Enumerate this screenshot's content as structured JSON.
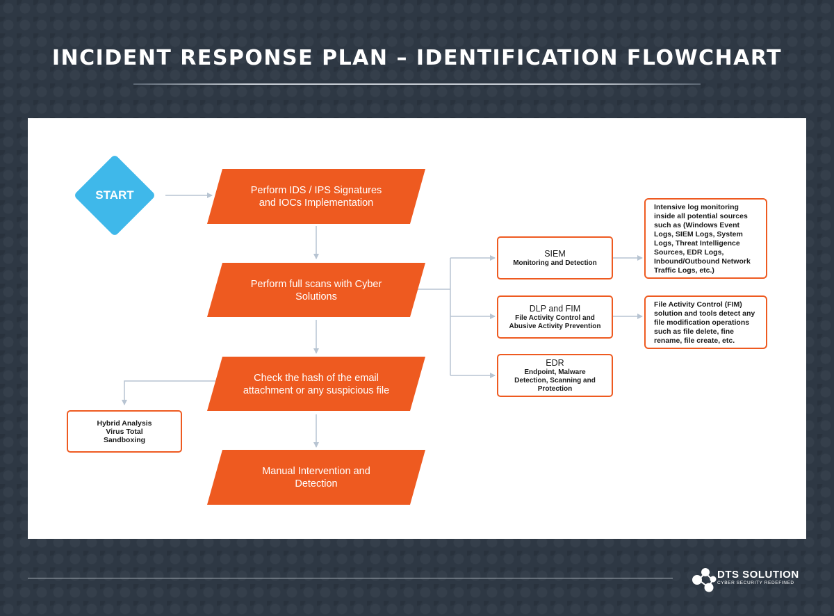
{
  "title": "INCIDENT RESPONSE PLAN – IDENTIFICATION FLOWCHART",
  "colors": {
    "accent": "#ee5a20",
    "start": "#3fb8ea",
    "background": "#2e3844",
    "connector": "#b7c4d2"
  },
  "start": {
    "label": "START"
  },
  "steps": [
    {
      "line1": "Perform IDS / IPS Signatures",
      "line2": "and IOCs Implementation"
    },
    {
      "line1": "Perform full scans with Cyber",
      "line2": "Solutions"
    },
    {
      "line1": "Check the hash of the email",
      "line2": "attachment or any suspicious file"
    },
    {
      "line1": "Manual Intervention and",
      "line2": "Detection"
    }
  ],
  "solutions": [
    {
      "name": "SIEM",
      "description": [
        "Monitoring and Detection"
      ]
    },
    {
      "name": "DLP and FIM",
      "description": [
        "File Activity Control and",
        "Abusive Activity Prevention"
      ]
    },
    {
      "name": "EDR",
      "description": [
        "Endpoint, Malware",
        "Detection, Scanning and",
        "Protection"
      ]
    }
  ],
  "notes": {
    "siem": [
      "Intensive log monitoring",
      "inside all potential sources",
      "such as (Windows Event",
      "Logs, SIEM Logs, System",
      "Logs, Threat Intelligence",
      "Sources, EDR Logs,",
      "Inbound/Outbound Network",
      "Traffic Logs, etc.)"
    ],
    "fim": [
      "File Activity Control (FIM)",
      "solution and tools detect any",
      "file modification operations",
      "such as file delete, fine",
      "rename, file create, etc."
    ]
  },
  "hash_tools": [
    "Hybrid Analysis",
    "Virus Total",
    "Sandboxing"
  ],
  "footer": {
    "brand": "DTS SOLUTION",
    "tagline": "CYBER SECURITY REDEFINED",
    "logo_icon": "dts-molecule-logo"
  }
}
